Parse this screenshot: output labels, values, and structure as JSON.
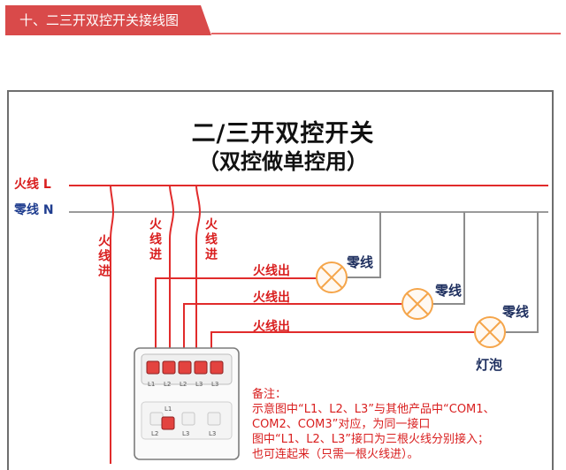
{
  "header": {
    "title": "十、二三开双控开关接线图"
  },
  "diagram": {
    "title": "二/三开双控开关",
    "subtitle": "（双控做单控用）",
    "live_wire_label": "火线 L",
    "neutral_wire_label": "零线 N",
    "left_input_label": "火线进",
    "middle_input_1_label": "火线进",
    "middle_input_2_label": "火线进",
    "outputs": [
      "火线出",
      "火线出",
      "火线出"
    ],
    "lamp_neutral_labels": [
      "零线",
      "零线",
      "零线"
    ],
    "bulb_label": "灯泡",
    "switch_terminals_top": [
      "L1",
      "L2",
      "L2",
      "L3",
      "L3"
    ],
    "switch_terminals_bottom": [
      "L1",
      "L2",
      "L3"
    ]
  },
  "notes": {
    "heading": "备注：",
    "line1": "示意图中“L1、L2、L3”与其他产品中“COM1、",
    "line2": "COM2、COM3”对应，为同一接口",
    "line3": "图中“L1、L2、L3”接口为三根火线分别接入；",
    "line4": "也可连起来（只需一根火线进）。"
  },
  "colors": {
    "accent_red": "#d94a4a",
    "wire_red": "#d91f1f",
    "wire_gray": "#8e8e8e",
    "bulb_orange": "#f6a74a",
    "frame_gray": "#6e6e6e"
  }
}
